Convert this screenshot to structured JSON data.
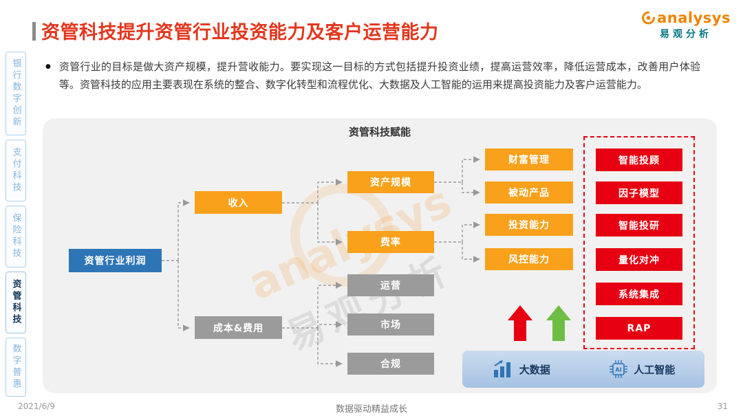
{
  "page": {
    "title": "资管科技提升资管行业投资能力及客户运营能力",
    "intro": "资管行业的目标是做大资产规模，提升营收能力。要实现这一目标的方式包括提升投资业绩，提高运营效率，降低运营成本，改善用户体验等。资管科技的应用主要表现在系统的整合、数字化转型和流程优化、大数据及人工智能的运用来提高投资能力及客户运营能力。",
    "footer": {
      "date": "2021/6/9",
      "slogan": "数据驱动精益成长",
      "page_number": "31"
    }
  },
  "logo": {
    "wordmark": "analysys",
    "subtitle": "易观分析"
  },
  "sidebar": {
    "items": [
      {
        "label": "银行数字创新",
        "active": false
      },
      {
        "label": "支付科技",
        "active": false
      },
      {
        "label": "保险科技",
        "active": false
      },
      {
        "label": "资管科技",
        "active": true
      },
      {
        "label": "数字普惠",
        "active": false
      }
    ]
  },
  "diagram": {
    "title": "资管科技赋能",
    "profit": "资管行业利润",
    "income": "收入",
    "cost": "成本&费用",
    "asset_scale": "资产规模",
    "fee_rate": "费率",
    "operation": "运营",
    "market": "市场",
    "compliance": "合规",
    "wealth_mgmt": "财富管理",
    "passive_product": "被动产品",
    "invest_ability": "投资能力",
    "risk_ability": "风控能力",
    "tech_items": [
      "智能投顾",
      "因子模型",
      "智能投研",
      "量化对冲",
      "系统集成",
      "RAP"
    ],
    "bottom_bar": {
      "big_data": "大数据",
      "ai": "人工智能",
      "ai_icon_label": "AI"
    },
    "watermark": {
      "line1": "analysys",
      "line2": "易观分析"
    }
  },
  "colors": {
    "title_red": "#E2371E",
    "box_red": "#E60012",
    "box_orange": "#F9A11B",
    "box_gray": "#9B9B9B",
    "box_blue": "#2E75B6",
    "arrow_red": "#E60012",
    "arrow_green": "#6FBE44",
    "navy": "#17375E",
    "sidebar_blue": "#85B4DC"
  }
}
